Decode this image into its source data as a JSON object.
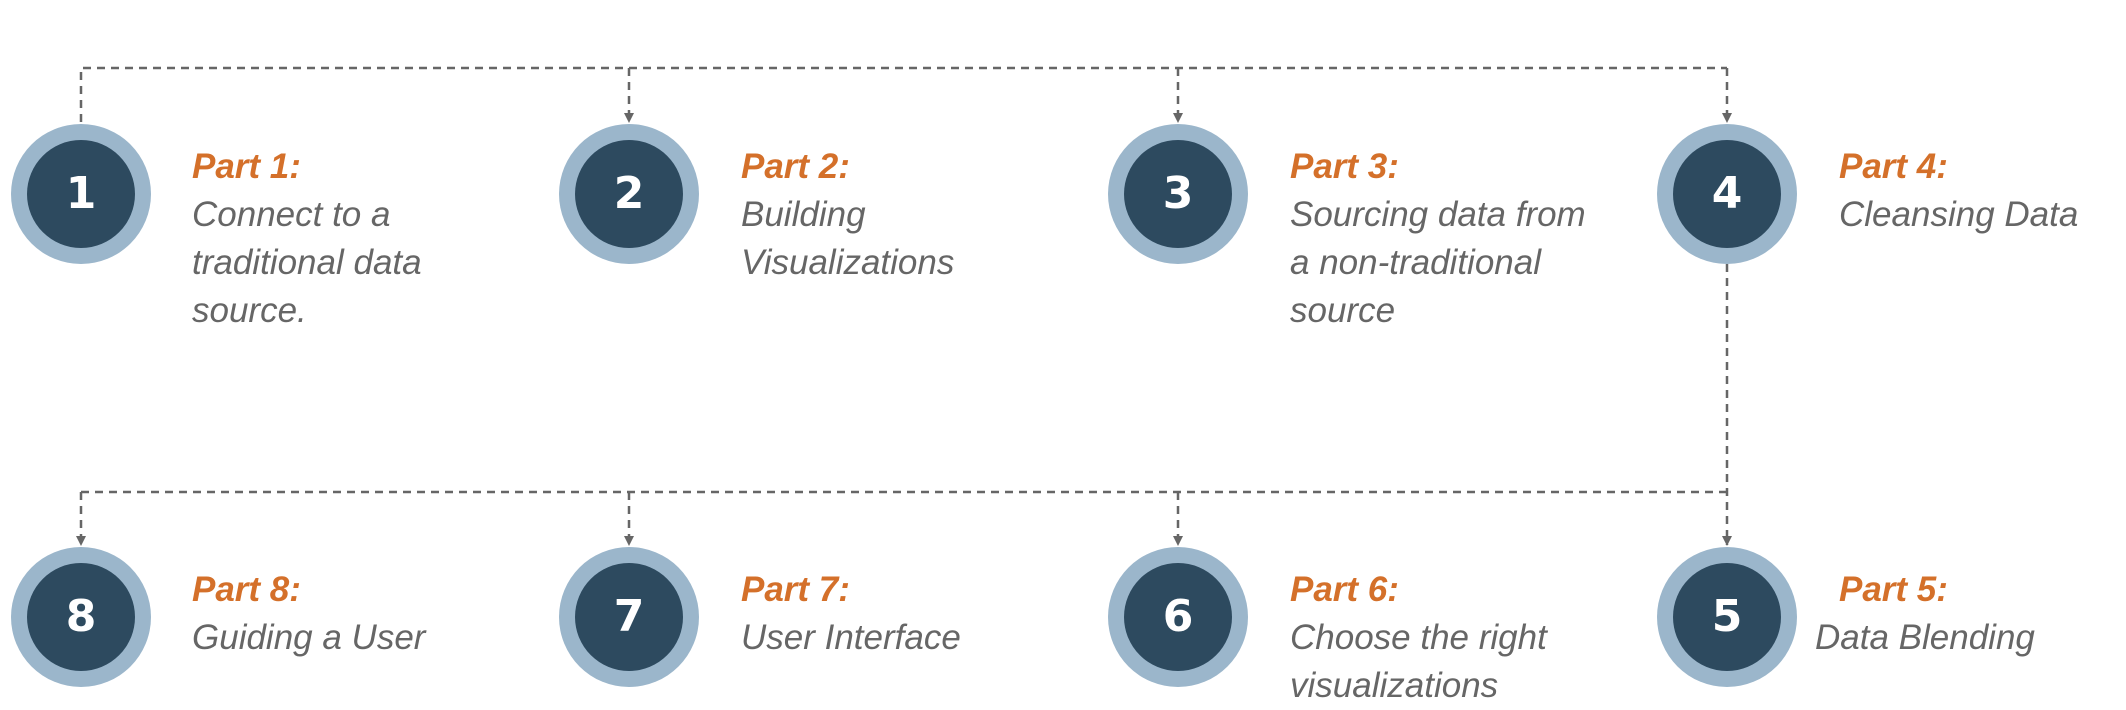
{
  "colors": {
    "part_label": "#d4702a",
    "description": "#666666",
    "circle_outer": "#9bb6cb",
    "circle_inner": "#2d4a5f",
    "connector": "#666666"
  },
  "steps": [
    {
      "number": "1",
      "label": "Part 1:",
      "description": "Connect to a\ntraditional data\nsource."
    },
    {
      "number": "2",
      "label": "Part 2:",
      "description": "Building\nVisualizations"
    },
    {
      "number": "3",
      "label": "Part 3:",
      "description": "Sourcing data from\na non-traditional\nsource"
    },
    {
      "number": "4",
      "label": "Part 4:",
      "description": "Cleansing Data"
    },
    {
      "number": "5",
      "label": "Part 5:",
      "description": "Data Blending"
    },
    {
      "number": "6",
      "label": "Part 6:",
      "description": "Choose the right\nvisualizations"
    },
    {
      "number": "7",
      "label": "Part 7:",
      "description": "User Interface"
    },
    {
      "number": "8",
      "label": "Part 8:",
      "description": "Guiding a User"
    }
  ]
}
